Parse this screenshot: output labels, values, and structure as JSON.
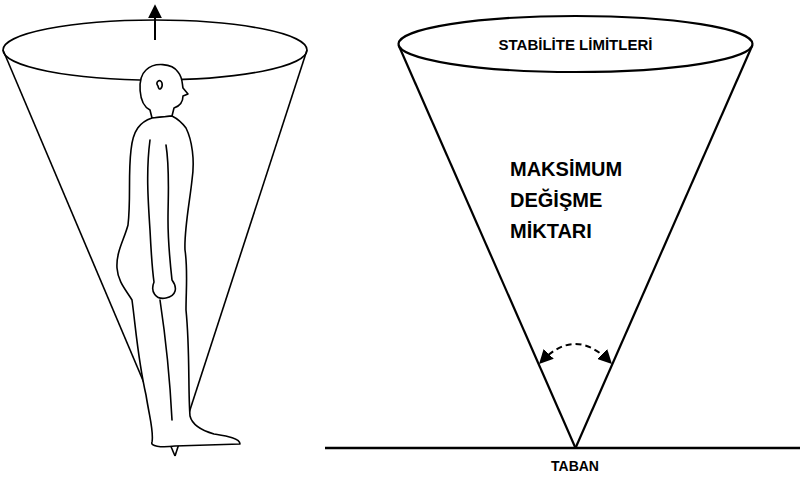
{
  "diagram": {
    "nodes": [
      {
        "text": [
          "STABİLİTE LİMİTLERİ"
        ]
      },
      {
        "text": [
          "MAKSİMUM DEĞİŞME MİKTARI"
        ]
      }
    ],
    "labels": [
      "TABAN"
    ]
  }
}
